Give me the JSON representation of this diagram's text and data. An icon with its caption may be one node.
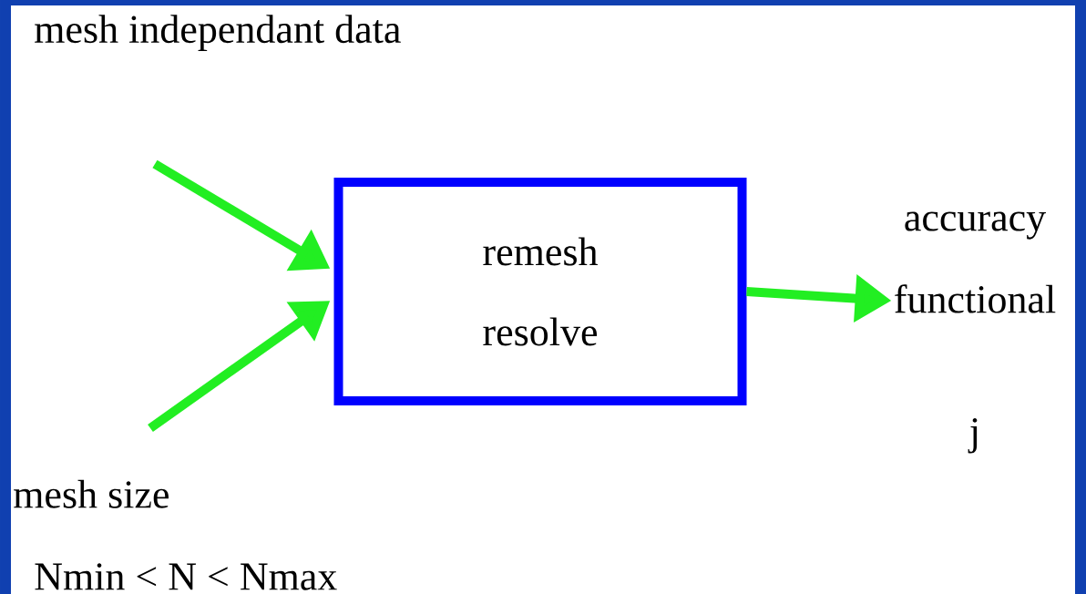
{
  "diagram": {
    "nodes": [
      {
        "text": [
          "remesh",
          "resolve"
        ]
      },
      {
        "text": [
          "accuracy",
          "functional",
          "j"
        ]
      }
    ],
    "edges": [
      {
        "from": null,
        "to": 0,
        "arrow": "to"
      },
      {
        "from": null,
        "to": 0,
        "arrow": "to"
      },
      {
        "from": 0,
        "to": 1,
        "arrow": "to"
      }
    ],
    "labels": [
      "mesh independant data",
      "mesh size",
      "Nmin  < N  <  Nmax"
    ]
  }
}
